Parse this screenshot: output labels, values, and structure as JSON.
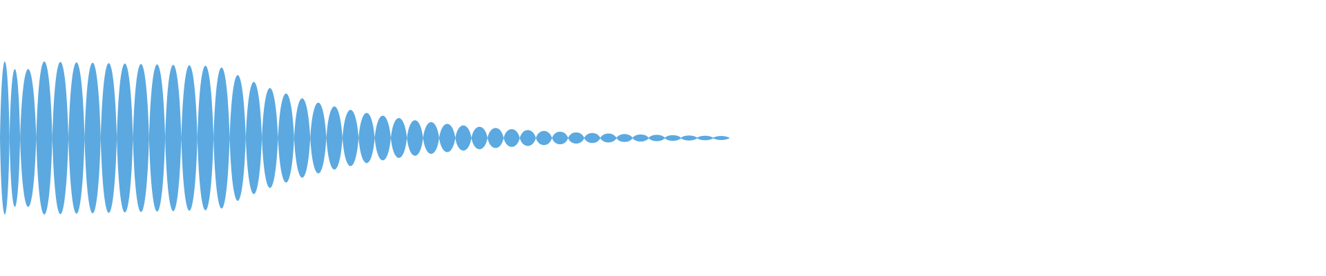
{
  "waveform": {
    "color": "#5ba9e0",
    "background": "#ffffff",
    "lobe_count": 46,
    "visible_fraction_of_track": 0.55,
    "peak_amplitude": 1.0,
    "envelope": "decaying"
  }
}
